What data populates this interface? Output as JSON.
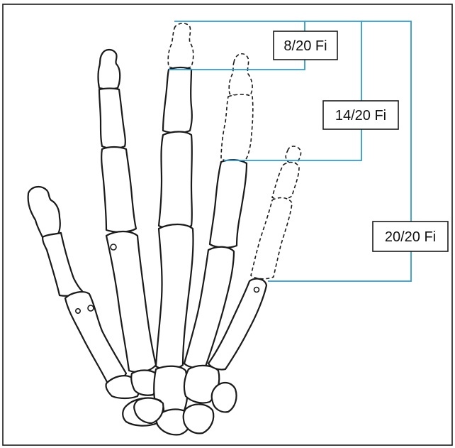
{
  "labels": {
    "amputation_8": "8/20 Fi",
    "amputation_14": "14/20 Fi",
    "amputation_20": "20/20 Fi"
  },
  "colors": {
    "bracket": "#3399cc",
    "outline": "#1a1a1a",
    "background": "#ffffff"
  }
}
